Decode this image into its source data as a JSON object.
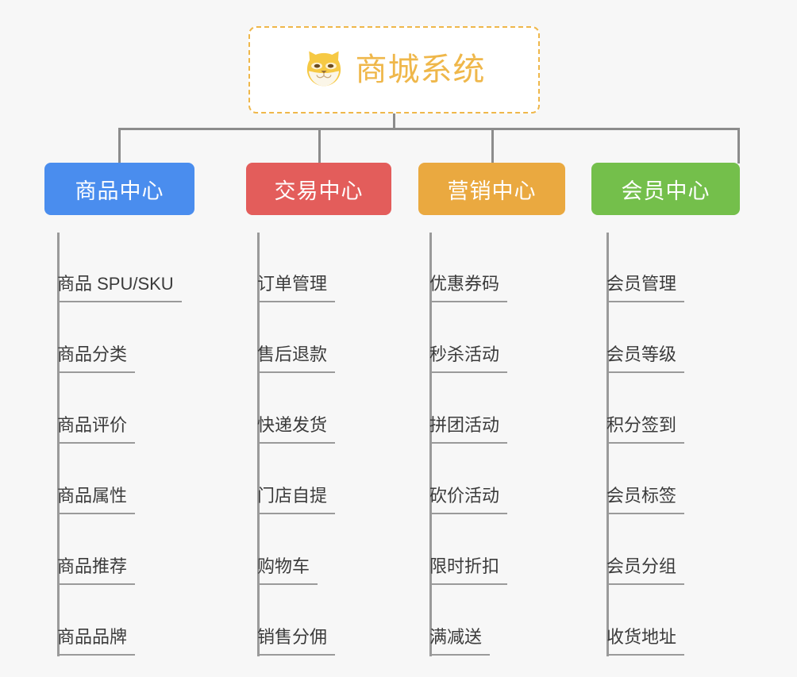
{
  "root": {
    "title": "商城系统",
    "icon": "shiba-dog-face-icon",
    "accent_color": "#efb74a",
    "border_style": "dashed",
    "background": "#ffffff"
  },
  "canvas": {
    "background_color": "#f7f7f7",
    "connector_color": "#8c8c8c"
  },
  "columns": [
    {
      "header": "商品中心",
      "color": "#4a8dee",
      "items": [
        "商品 SPU/SKU",
        "商品分类",
        "商品评价",
        "商品属性",
        "商品推荐",
        "商品品牌"
      ]
    },
    {
      "header": "交易中心",
      "color": "#e35d5b",
      "items": [
        "订单管理",
        "售后退款",
        "快递发货",
        "门店自提",
        "购物车",
        "销售分佣"
      ]
    },
    {
      "header": "营销中心",
      "color": "#eaa940",
      "items": [
        "优惠券码",
        "秒杀活动",
        "拼团活动",
        "砍价活动",
        "限时折扣",
        "满减送"
      ]
    },
    {
      "header": "会员中心",
      "color": "#74bf4b",
      "items": [
        "会员管理",
        "会员等级",
        "积分签到",
        "会员标签",
        "会员分组",
        "收货地址"
      ]
    }
  ]
}
